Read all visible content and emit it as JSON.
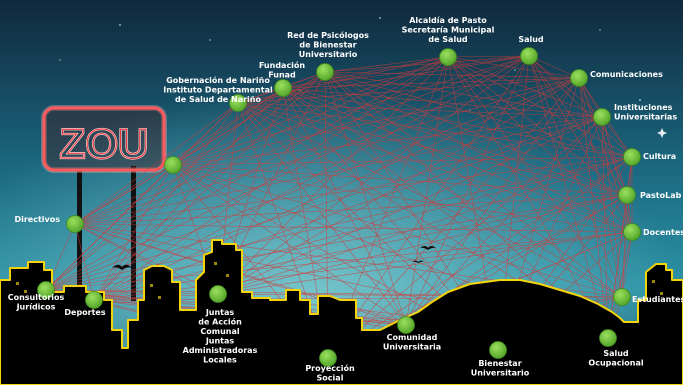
{
  "colors": {
    "sky_top": "#12344a",
    "sky_mid": "#1f7f95",
    "sky_glow": "#6cc6cf",
    "node": "#6cc23a",
    "edge": "#d23b3b",
    "skyline_outline": "#f4d40c",
    "sign": "#e6282e"
  },
  "sign": {
    "text": "ZOU"
  },
  "network": {
    "nodes": [
      {
        "id": "gobernacion",
        "label": [
          "Gobernación de Nariño",
          "Instituto Departamental",
          "de Salud de Nariño"
        ]
      },
      {
        "id": "fundacion",
        "label": [
          "Fundación",
          "Funad"
        ]
      },
      {
        "id": "red",
        "label": [
          "Red de Psicólogos",
          "de Bienestar",
          "Universitario"
        ]
      },
      {
        "id": "alcaldia",
        "label": [
          "Alcaldía de Pasto",
          "Secretaría Municipal",
          "de Salud"
        ]
      },
      {
        "id": "salud",
        "label": [
          "Salud"
        ]
      },
      {
        "id": "comunicaciones",
        "label": [
          "Comunicaciones"
        ]
      },
      {
        "id": "instituciones",
        "label": [
          "Instituciones",
          "Universitarias"
        ]
      },
      {
        "id": "cultura",
        "label": [
          "Cultura"
        ]
      },
      {
        "id": "pastolab",
        "label": [
          "PastoLab"
        ]
      },
      {
        "id": "docentes",
        "label": [
          "Docentes"
        ]
      },
      {
        "id": "estudiantes",
        "label": [
          "Estudiantes"
        ]
      },
      {
        "id": "salud_ocupacional",
        "label": [
          "Salud",
          "Ocupacional"
        ]
      },
      {
        "id": "bienestar",
        "label": [
          "Bienestar",
          "Universitario"
        ]
      },
      {
        "id": "comunidad",
        "label": [
          "Comunidad",
          "Universitaria"
        ]
      },
      {
        "id": "proyeccion",
        "label": [
          "Proyección",
          "Social"
        ]
      },
      {
        "id": "juntas",
        "label": [
          "Juntas",
          "de Acción",
          "Comunal",
          "Juntas",
          "Administradoras",
          "Locales"
        ]
      },
      {
        "id": "deportes",
        "label": [
          "Deportes"
        ]
      },
      {
        "id": "consultorios",
        "label": [
          "Consultorios",
          "Jurídicos"
        ]
      },
      {
        "id": "directivos",
        "label": [
          "Directivos"
        ]
      },
      {
        "id": "zou_node",
        "label": []
      }
    ]
  }
}
